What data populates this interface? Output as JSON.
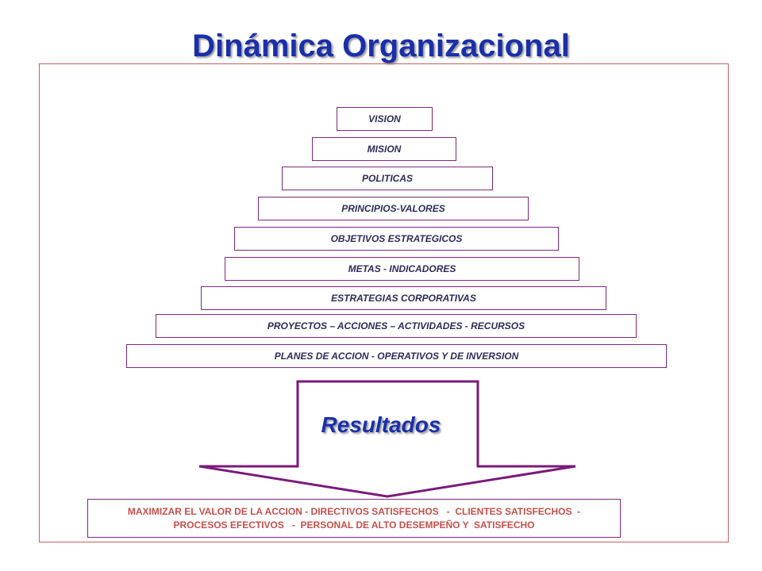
{
  "title": "Dinámica Organizacional",
  "pyramid": {
    "levels": [
      {
        "label": "VISION"
      },
      {
        "label": "MISION"
      },
      {
        "label": "POLITICAS"
      },
      {
        "label": "PRINCIPIOS-VALORES"
      },
      {
        "label": "OBJETIVOS ESTRATEGICOS"
      },
      {
        "label": "METAS - INDICADORES"
      },
      {
        "label": "ESTRATEGIAS CORPORATIVAS"
      },
      {
        "label": "PROYECTOS – ACCIONES – ACTIVIDADES - RECURSOS"
      },
      {
        "label": "PLANES DE ACCION - OPERATIVOS Y DE INVERSION"
      }
    ]
  },
  "results": {
    "label": "Resultados"
  },
  "outcome": {
    "line1": "MAXIMIZAR EL VALOR DE LA ACCION - DIRECTIVOS SATISFECHOS   -  CLIENTES SATISFECHOS  -",
    "line2": "PROCESOS EFECTIVOS   -  PERSONAL DE ALTO DESEMPEÑO Y  SATISFECHO"
  },
  "colors": {
    "title": "#1a2faa",
    "box_border": "#7a2a7a",
    "frame_border": "#c06060",
    "outcome_text": "#c4504c",
    "arrow": "#7a1a7a"
  }
}
